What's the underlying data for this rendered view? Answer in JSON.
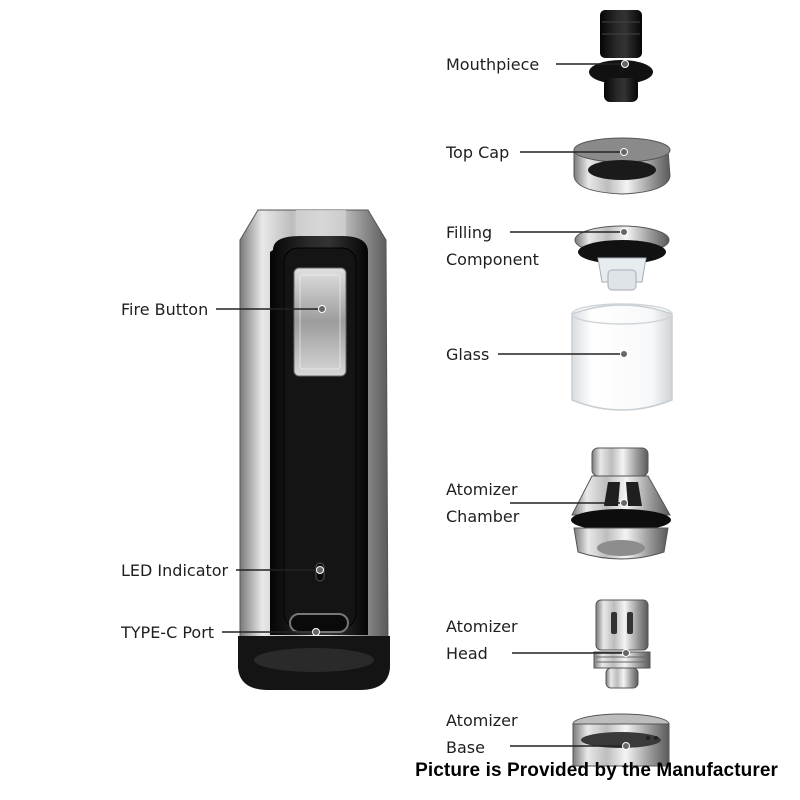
{
  "labels": {
    "fire_button": "Fire Button",
    "led_indicator": "LED Indicator",
    "typec_port": "TYPE-C Port",
    "mouthpiece": "Mouthpiece",
    "top_cap": "Top Cap",
    "filling_component": [
      "Filling",
      "Component"
    ],
    "glass": "Glass",
    "atomizer_chamber": [
      "Atomizer",
      "Chamber"
    ],
    "atomizer_head": [
      "Atomizer",
      "Head"
    ],
    "atomizer_base": [
      "Atomizer",
      "Base"
    ]
  },
  "credit": "Picture is Provided by the Manufacturer"
}
